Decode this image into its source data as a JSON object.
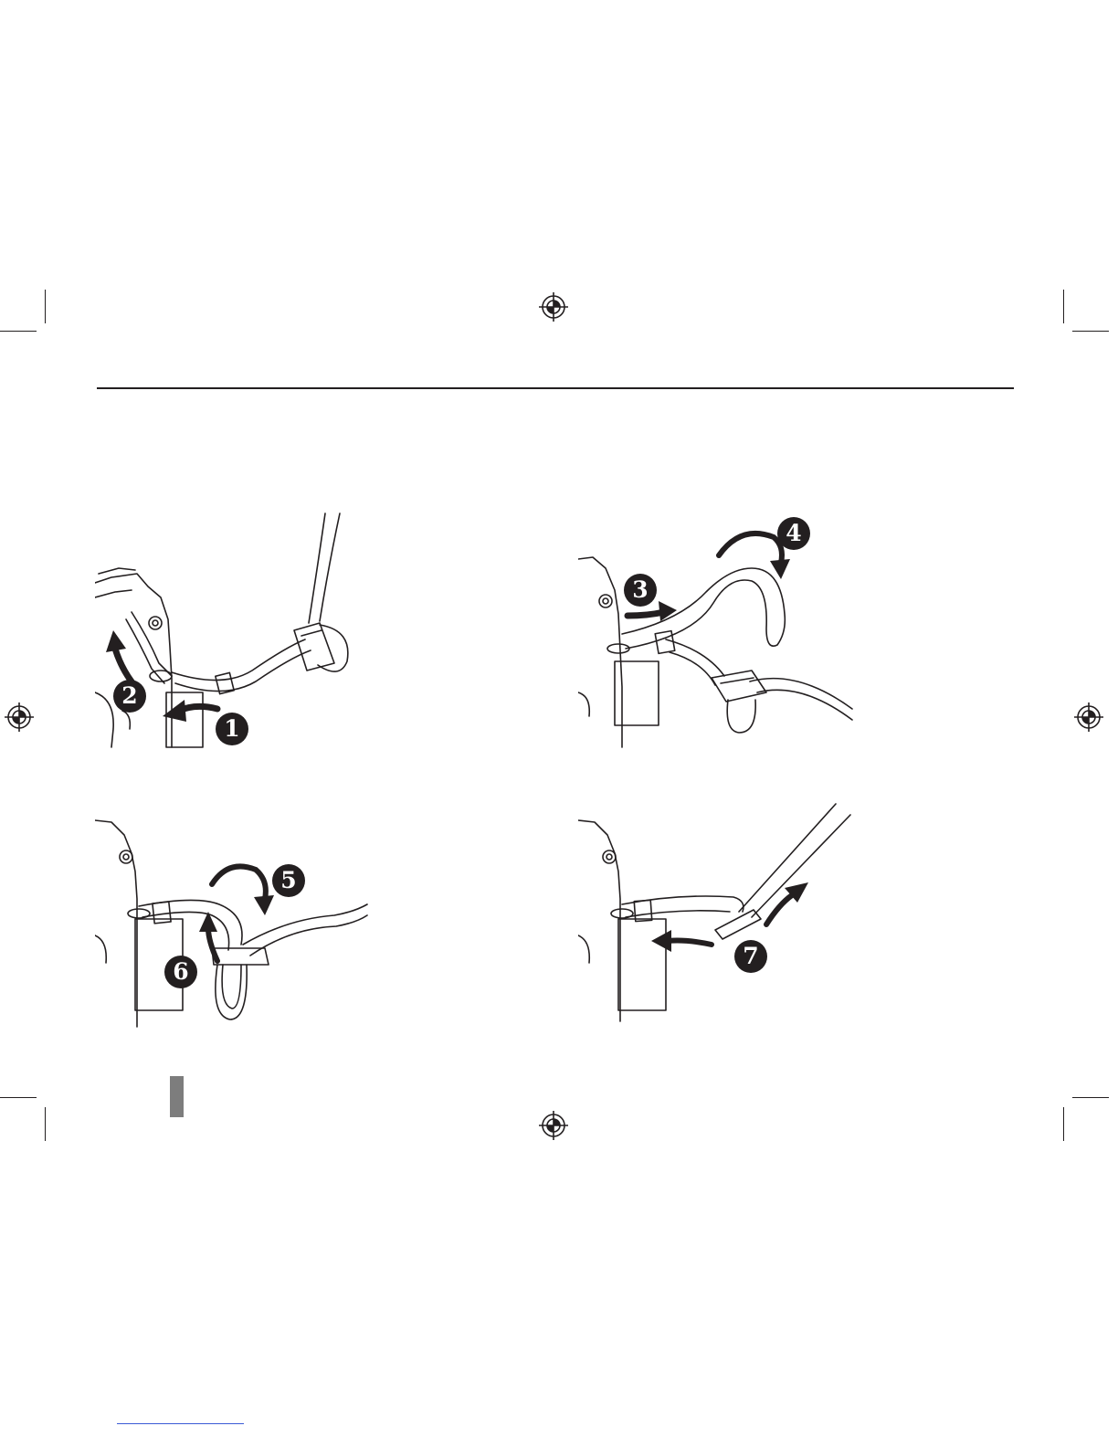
{
  "colors": {
    "ink": "#231f20",
    "page": "#ffffff",
    "page_tab": "#7d7d7d",
    "footer_link_line": "#3a5bd6"
  },
  "icons": {
    "registration": "registration-mark-icon",
    "arrow": "curved-arrow-icon"
  },
  "steps": [
    {
      "number": "1"
    },
    {
      "number": "2"
    },
    {
      "number": "3"
    },
    {
      "number": "4"
    },
    {
      "number": "5"
    },
    {
      "number": "6"
    },
    {
      "number": "7"
    }
  ]
}
